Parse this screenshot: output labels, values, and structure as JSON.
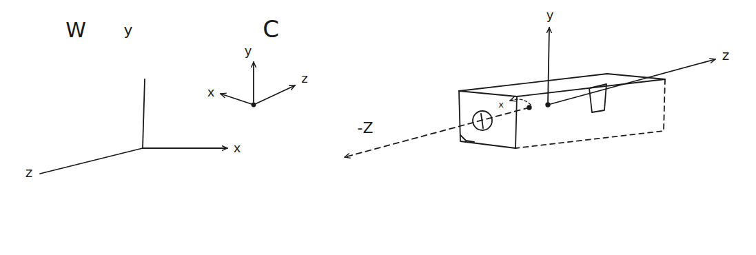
{
  "diagram": {
    "labels": [
      "W",
      "y",
      "C",
      "y",
      "x",
      "z",
      "x",
      "z",
      "y",
      "z",
      "-Z",
      "x"
    ]
  }
}
